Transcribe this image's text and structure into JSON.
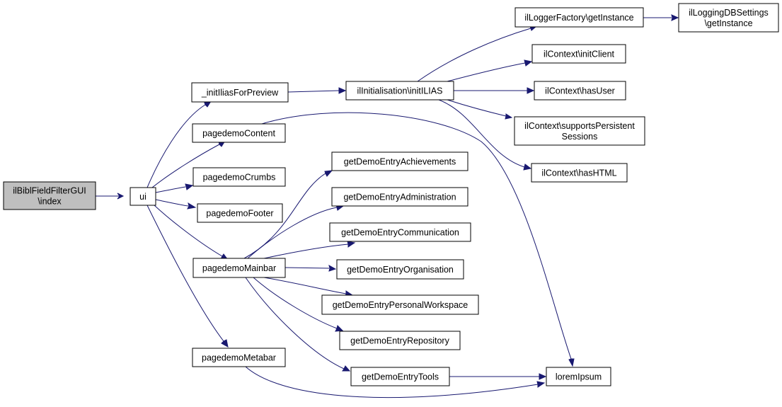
{
  "colors": {
    "edge": "#191970",
    "root_fill": "#bfbfbf",
    "node_fill": "#ffffff",
    "node_border": "#000000"
  },
  "nodes": {
    "root": [
      "ilBiblFieldFilterGUI",
      "\\index"
    ],
    "ui": [
      "ui"
    ],
    "initIlias": [
      "_initIliasForPreview"
    ],
    "pdContent": [
      "pagedemoContent"
    ],
    "pdCrumbs": [
      "pagedemoCrumbs"
    ],
    "pdFooter": [
      "pagedemoFooter"
    ],
    "pdMainbar": [
      "pagedemoMainbar"
    ],
    "pdMetabar": [
      "pagedemoMetabar"
    ],
    "initILIAS": [
      "ilInitialisation\\initILIAS"
    ],
    "loggerFactory": [
      "ilLoggerFactory\\getInstance"
    ],
    "loggingDB": [
      "ilLoggingDBSettings",
      "\\getInstance"
    ],
    "initClient": [
      "ilContext\\initClient"
    ],
    "hasUser": [
      "ilContext\\hasUser"
    ],
    "supportsSessions": [
      "ilContext\\supportsPersistent",
      "Sessions"
    ],
    "hasHTML": [
      "ilContext\\hasHTML"
    ],
    "achievements": [
      "getDemoEntryAchievements"
    ],
    "administration": [
      "getDemoEntryAdministration"
    ],
    "communication": [
      "getDemoEntryCommunication"
    ],
    "organisation": [
      "getDemoEntryOrganisation"
    ],
    "personalWorkspace": [
      "getDemoEntryPersonalWorkspace"
    ],
    "repository": [
      "getDemoEntryRepository"
    ],
    "tools": [
      "getDemoEntryTools"
    ],
    "loremIpsum": [
      "loremIpsum"
    ]
  },
  "edges": [
    [
      "root",
      "ui"
    ],
    [
      "ui",
      "initIlias"
    ],
    [
      "ui",
      "pdContent"
    ],
    [
      "ui",
      "pdCrumbs"
    ],
    [
      "ui",
      "pdFooter"
    ],
    [
      "ui",
      "pdMainbar"
    ],
    [
      "ui",
      "pdMetabar"
    ],
    [
      "initIlias",
      "initILIAS"
    ],
    [
      "initILIAS",
      "loggerFactory"
    ],
    [
      "loggerFactory",
      "loggingDB"
    ],
    [
      "initILIAS",
      "initClient"
    ],
    [
      "initILIAS",
      "hasUser"
    ],
    [
      "initILIAS",
      "supportsSessions"
    ],
    [
      "initILIAS",
      "hasHTML"
    ],
    [
      "pdContent",
      "loremIpsum"
    ],
    [
      "pdMainbar",
      "achievements"
    ],
    [
      "pdMainbar",
      "administration"
    ],
    [
      "pdMainbar",
      "communication"
    ],
    [
      "pdMainbar",
      "organisation"
    ],
    [
      "pdMainbar",
      "personalWorkspace"
    ],
    [
      "pdMainbar",
      "repository"
    ],
    [
      "pdMainbar",
      "tools"
    ],
    [
      "pdMetabar",
      "loremIpsum"
    ],
    [
      "tools",
      "loremIpsum"
    ]
  ]
}
